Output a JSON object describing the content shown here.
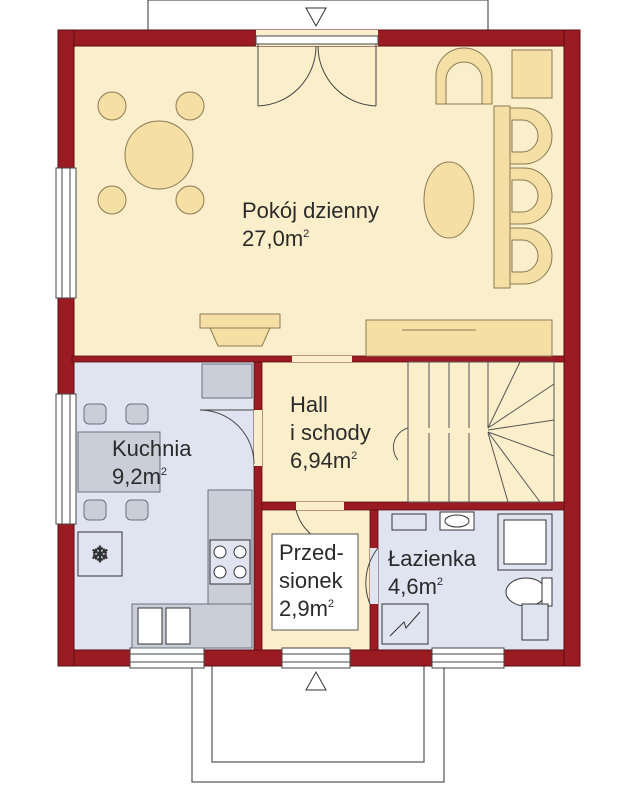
{
  "rooms": {
    "living": {
      "name": "Pokój dzienny",
      "area": "27,0m",
      "sup": "2"
    },
    "kitchen": {
      "name": "Kuchnia",
      "area": "9,2m",
      "sup": "2"
    },
    "hall": {
      "name_line1": "Hall",
      "name_line2": "i schody",
      "area": "6,94m",
      "sup": "2"
    },
    "vestibule": {
      "name_line1": "Przed-",
      "name_line2": "sionek",
      "area": "2,9m",
      "sup": "2"
    },
    "bathroom": {
      "name": "Łazienka",
      "area": "4,6m",
      "sup": "2"
    }
  },
  "colors": {
    "wall": "#9b1b23",
    "wall_stroke": "#5a0d12",
    "living_floor": "#fbefcb",
    "kitchen_floor": "#dfe4f0",
    "hall_floor": "#fbefcb",
    "vestibule_floor": "#fbefcb",
    "bath_floor": "#dfe4f0",
    "furniture": "#f6dfa5",
    "furniture_stroke": "#8a7a55",
    "fixture": "#c9ced8"
  },
  "icons": [
    "snowflake-icon",
    "cooktop-icon",
    "door-swing-icon",
    "stairs-icon",
    "window-icon",
    "entrance-arrow-icon"
  ]
}
